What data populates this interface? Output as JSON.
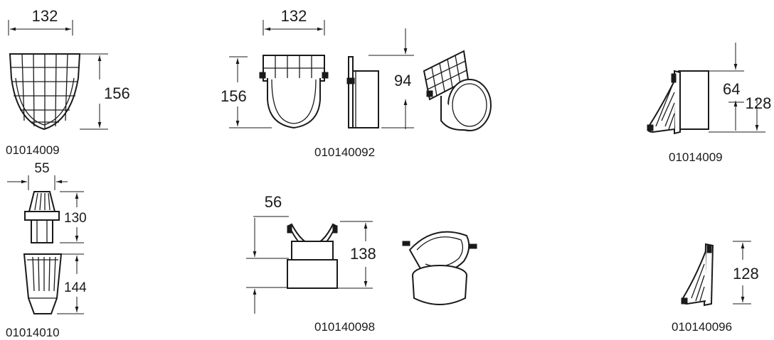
{
  "drawings": [
    {
      "code": "01014009",
      "dims": [
        "132",
        "156"
      ]
    },
    {
      "code": "010140092",
      "dims": [
        "132",
        "156",
        "94"
      ]
    },
    {
      "code": "01014009",
      "dims": [
        "64",
        "128"
      ]
    },
    {
      "code": "01014010",
      "dims": [
        "55",
        "130",
        "144"
      ]
    },
    {
      "code": "010140098",
      "dims": [
        "56",
        "138"
      ]
    },
    {
      "code": "010140096",
      "dims": [
        "128"
      ]
    }
  ],
  "icons": [
    "grate-front-icon",
    "grate-adapter-front-icon",
    "adapter-side-icon",
    "grate-adapter-3d-icon",
    "grate-side-icon",
    "leaf-guard-strainer-icon",
    "strainer-basket-icon",
    "saddle-adapter-front-icon",
    "saddle-adapter-3d-icon",
    "gutter-guard-side-icon"
  ]
}
